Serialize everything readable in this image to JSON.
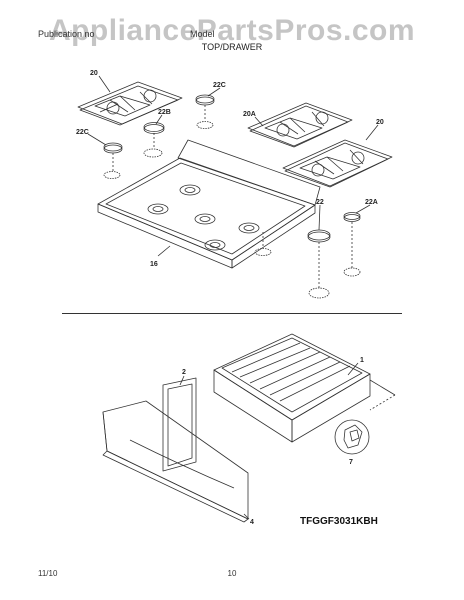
{
  "header": {
    "watermark": "AppliancePartsPros.com",
    "publication_label": "Publication no",
    "separator": "Model",
    "model_label": "Model"
  },
  "section_title": "TOP/DRAWER",
  "callouts": {
    "c20_left": "20",
    "c22c_top": "22C",
    "c22b": "22B",
    "c22c_left": "22C",
    "c20a": "20A",
    "c20_right": "20",
    "c22": "22",
    "c22a": "22A",
    "c16": "16",
    "c1": "1",
    "c2": "2",
    "c7": "7",
    "c4": "4"
  },
  "model_code": "TFGGF3031KBH",
  "footer": {
    "date": "11/10",
    "page_number": "10"
  },
  "colors": {
    "line": "#333333",
    "paper": "#ffffff",
    "watermark": "#969696"
  }
}
